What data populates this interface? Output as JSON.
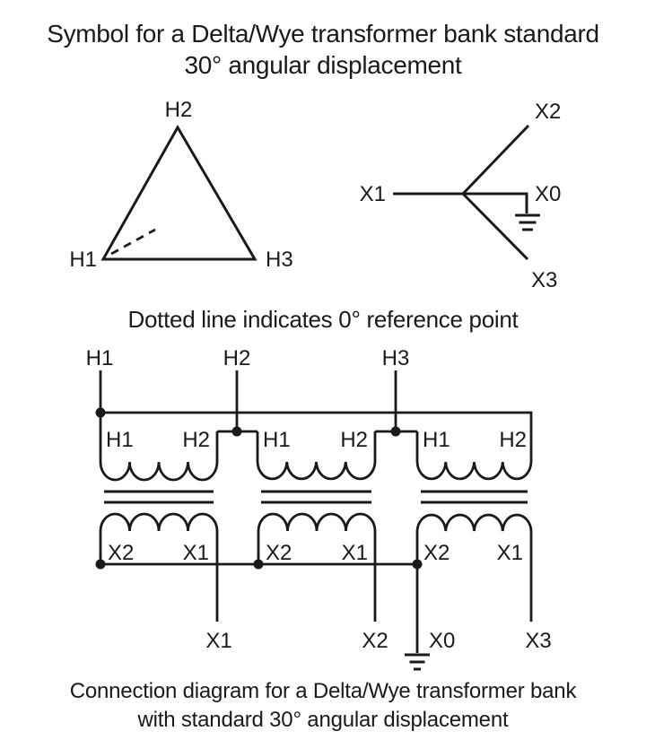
{
  "colors": {
    "background": "#ffffff",
    "ink": "#1a1a1a"
  },
  "title": {
    "line1": "Symbol for a Delta/Wye transformer bank standard",
    "line2": "30° angular displacement"
  },
  "delta_symbol": {
    "top_label": "H2",
    "bottom_left_label": "H1",
    "bottom_right_label": "H3"
  },
  "wye_symbol": {
    "left_label": "X1",
    "top_label": "X2",
    "neutral_label": "X0",
    "bottom_label": "X3"
  },
  "note": "Dotted line indicates 0° reference point",
  "connection_diagram": {
    "input_leads": [
      {
        "label": "H1"
      },
      {
        "label": "H2"
      },
      {
        "label": "H3"
      }
    ],
    "transformers": [
      {
        "primary_left": "H1",
        "primary_right": "H2",
        "secondary_left": "X2",
        "secondary_right": "X1"
      },
      {
        "primary_left": "H1",
        "primary_right": "H2",
        "secondary_left": "X2",
        "secondary_right": "X1"
      },
      {
        "primary_left": "H1",
        "primary_right": "H2",
        "secondary_left": "X2",
        "secondary_right": "X1"
      }
    ],
    "output_terminals": [
      {
        "label": "X1"
      },
      {
        "label": "X2"
      },
      {
        "label": "X0"
      },
      {
        "label": "X3"
      }
    ]
  },
  "caption": {
    "line1": "Connection diagram for a Delta/Wye transformer bank",
    "line2": "with standard 30° angular displacement"
  }
}
